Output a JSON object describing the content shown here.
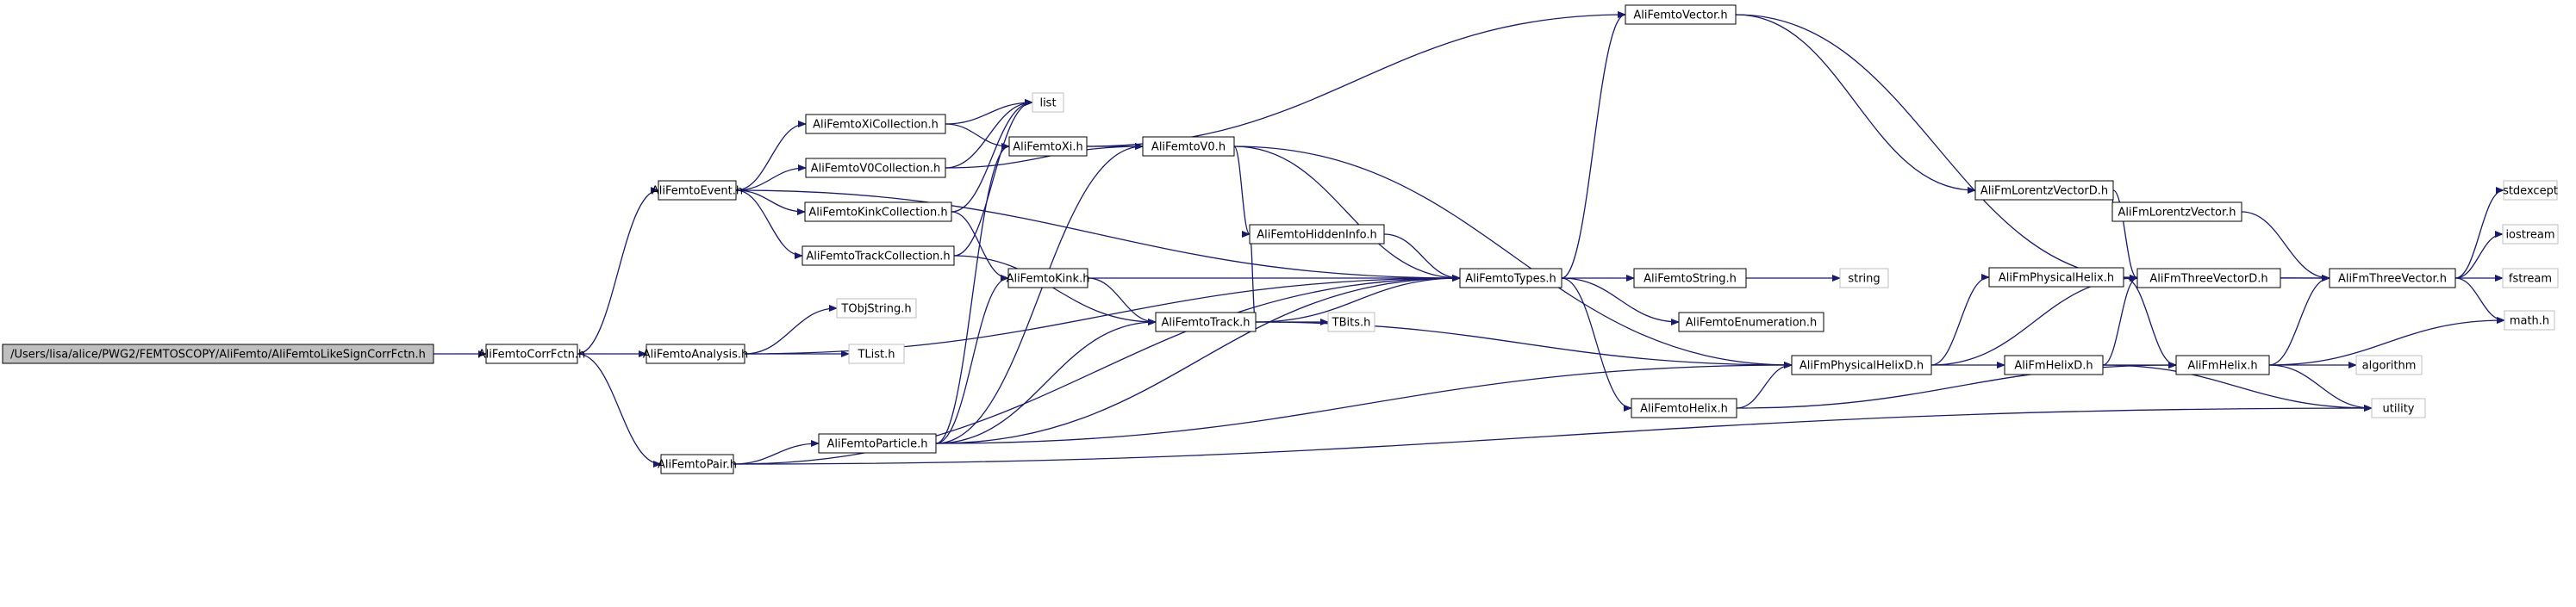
{
  "diagram": {
    "nodes": [
      {
        "id": "root",
        "label": "/Users/lisa/alice/PWG2/FEMTOSCOPY/AliFemto/AliFemtoLikeSignCorrFctn.h",
        "kind": "root"
      },
      {
        "id": "corrfctn",
        "label": "AliFemtoCorrFctn.h",
        "kind": "file"
      },
      {
        "id": "event",
        "label": "AliFemtoEvent.h",
        "kind": "file"
      },
      {
        "id": "analysis",
        "label": "AliFemtoAnalysis.h",
        "kind": "file"
      },
      {
        "id": "pair",
        "label": "AliFemtoPair.h",
        "kind": "file"
      },
      {
        "id": "xicoll",
        "label": "AliFemtoXiCollection.h",
        "kind": "file"
      },
      {
        "id": "v0coll",
        "label": "AliFemtoV0Collection.h",
        "kind": "file"
      },
      {
        "id": "kinkcoll",
        "label": "AliFemtoKinkCollection.h",
        "kind": "file"
      },
      {
        "id": "trackcoll",
        "label": "AliFemtoTrackCollection.h",
        "kind": "file"
      },
      {
        "id": "tobjstring",
        "label": "TObjString.h",
        "kind": "system"
      },
      {
        "id": "tlist",
        "label": "TList.h",
        "kind": "system"
      },
      {
        "id": "particle",
        "label": "AliFemtoParticle.h",
        "kind": "file"
      },
      {
        "id": "list",
        "label": "list",
        "kind": "system"
      },
      {
        "id": "xi",
        "label": "AliFemtoXi.h",
        "kind": "file"
      },
      {
        "id": "kink",
        "label": "AliFemtoKink.h",
        "kind": "file"
      },
      {
        "id": "v0",
        "label": "AliFemtoV0.h",
        "kind": "file"
      },
      {
        "id": "track",
        "label": "AliFemtoTrack.h",
        "kind": "file"
      },
      {
        "id": "hidden",
        "label": "AliFemtoHiddenInfo.h",
        "kind": "file"
      },
      {
        "id": "tbits",
        "label": "TBits.h",
        "kind": "system"
      },
      {
        "id": "types",
        "label": "AliFemtoTypes.h",
        "kind": "file"
      },
      {
        "id": "vector",
        "label": "AliFemtoVector.h",
        "kind": "file"
      },
      {
        "id": "string_h",
        "label": "AliFemtoString.h",
        "kind": "file"
      },
      {
        "id": "enum",
        "label": "AliFemtoEnumeration.h",
        "kind": "file"
      },
      {
        "id": "helix",
        "label": "AliFemtoHelix.h",
        "kind": "file"
      },
      {
        "id": "string",
        "label": "string",
        "kind": "system"
      },
      {
        "id": "physhelixd",
        "label": "AliFmPhysicalHelixD.h",
        "kind": "file"
      },
      {
        "id": "lorentzd",
        "label": "AliFmLorentzVectorD.h",
        "kind": "file"
      },
      {
        "id": "physhelix",
        "label": "AliFmPhysicalHelix.h",
        "kind": "file"
      },
      {
        "id": "helixd",
        "label": "AliFmHelixD.h",
        "kind": "file"
      },
      {
        "id": "lorentz",
        "label": "AliFmLorentzVector.h",
        "kind": "file"
      },
      {
        "id": "threed",
        "label": "AliFmThreeVectorD.h",
        "kind": "file"
      },
      {
        "id": "fmhelix",
        "label": "AliFmHelix.h",
        "kind": "file"
      },
      {
        "id": "three",
        "label": "AliFmThreeVector.h",
        "kind": "file"
      },
      {
        "id": "algorithm",
        "label": "algorithm",
        "kind": "system"
      },
      {
        "id": "utility",
        "label": "utility",
        "kind": "system"
      },
      {
        "id": "stdexcept",
        "label": "stdexcept",
        "kind": "system"
      },
      {
        "id": "iostream",
        "label": "iostream",
        "kind": "system"
      },
      {
        "id": "fstream",
        "label": "fstream",
        "kind": "system"
      },
      {
        "id": "math",
        "label": "math.h",
        "kind": "system"
      }
    ],
    "edges": [
      [
        "root",
        "corrfctn"
      ],
      [
        "corrfctn",
        "event"
      ],
      [
        "corrfctn",
        "analysis"
      ],
      [
        "corrfctn",
        "pair"
      ],
      [
        "event",
        "xicoll"
      ],
      [
        "event",
        "v0coll"
      ],
      [
        "event",
        "kinkcoll"
      ],
      [
        "event",
        "trackcoll"
      ],
      [
        "event",
        "types"
      ],
      [
        "analysis",
        "tobjstring"
      ],
      [
        "analysis",
        "tlist"
      ],
      [
        "analysis",
        "types"
      ],
      [
        "pair",
        "particle"
      ],
      [
        "pair",
        "types"
      ],
      [
        "pair",
        "utility"
      ],
      [
        "xicoll",
        "xi"
      ],
      [
        "xicoll",
        "list"
      ],
      [
        "v0coll",
        "v0"
      ],
      [
        "v0coll",
        "list"
      ],
      [
        "kinkcoll",
        "kink"
      ],
      [
        "kinkcoll",
        "list"
      ],
      [
        "trackcoll",
        "track"
      ],
      [
        "trackcoll",
        "list"
      ],
      [
        "particle",
        "xi"
      ],
      [
        "particle",
        "v0"
      ],
      [
        "particle",
        "kink"
      ],
      [
        "particle",
        "track"
      ],
      [
        "particle",
        "types"
      ],
      [
        "particle",
        "physhelixd"
      ],
      [
        "xi",
        "v0"
      ],
      [
        "xi",
        "vector"
      ],
      [
        "v0",
        "hidden"
      ],
      [
        "v0",
        "types"
      ],
      [
        "v0",
        "physhelixd"
      ],
      [
        "kink",
        "track"
      ],
      [
        "kink",
        "types"
      ],
      [
        "track",
        "hidden"
      ],
      [
        "track",
        "tbits"
      ],
      [
        "track",
        "types"
      ],
      [
        "track",
        "physhelixd"
      ],
      [
        "hidden",
        "types"
      ],
      [
        "types",
        "vector"
      ],
      [
        "types",
        "string_h"
      ],
      [
        "types",
        "enum"
      ],
      [
        "types",
        "helix"
      ],
      [
        "string_h",
        "string"
      ],
      [
        "vector",
        "lorentzd"
      ],
      [
        "vector",
        "threed"
      ],
      [
        "helix",
        "physhelixd"
      ],
      [
        "helix",
        "fmhelix"
      ],
      [
        "lorentzd",
        "lorentz"
      ],
      [
        "lorentzd",
        "threed"
      ],
      [
        "lorentz",
        "three"
      ],
      [
        "physhelixd",
        "physhelix"
      ],
      [
        "physhelixd",
        "helixd"
      ],
      [
        "physhelixd",
        "threed"
      ],
      [
        "physhelix",
        "fmhelix"
      ],
      [
        "physhelix",
        "three"
      ],
      [
        "helixd",
        "fmhelix"
      ],
      [
        "helixd",
        "threed"
      ],
      [
        "helixd",
        "utility"
      ],
      [
        "threed",
        "three"
      ],
      [
        "fmhelix",
        "three"
      ],
      [
        "fmhelix",
        "algorithm"
      ],
      [
        "fmhelix",
        "utility"
      ],
      [
        "fmhelix",
        "math"
      ],
      [
        "three",
        "stdexcept"
      ],
      [
        "three",
        "iostream"
      ],
      [
        "three",
        "fstream"
      ],
      [
        "three",
        "math"
      ]
    ]
  }
}
